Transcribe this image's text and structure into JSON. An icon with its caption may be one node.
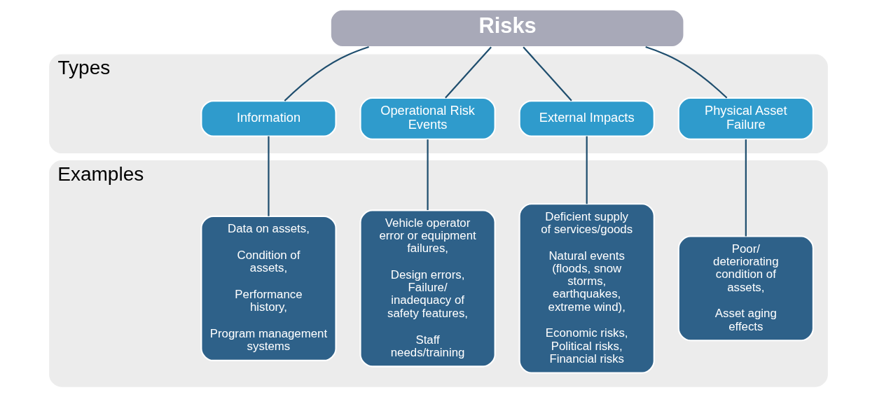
{
  "diagram": {
    "nodes": [
      {
        "text": [
          "Risks"
        ]
      },
      {
        "text": [
          "Types"
        ]
      },
      {
        "text": [
          "Information"
        ],
        "in": 1
      },
      {
        "text": [
          "Operational Risk Events"
        ],
        "in": 1
      },
      {
        "text": [
          "External Impacts"
        ],
        "in": 1
      },
      {
        "text": [
          "Physical Asset Failure"
        ],
        "in": 1
      },
      {
        "text": [
          "Examples"
        ]
      },
      {
        "text": [
          "Data on assets,",
          "Condition of assets,",
          "Performance history,",
          "Program management systems"
        ],
        "in": 6
      },
      {
        "text": [
          "Vehicle operator error or equipment failures,",
          "Design errors, Failure/ inadequacy of safety features,",
          "Staff needs/training"
        ],
        "in": 6
      },
      {
        "text": [
          "Deficient supply of services/goods",
          "Natural events (floods, snow storms, earthquakes, extreme wind),",
          "Economic risks, Political risks, Financial risks"
        ],
        "in": 6
      },
      {
        "text": [
          "Poor/ deteriorating condition of assets,",
          "Asset aging effects"
        ],
        "in": 6
      }
    ],
    "edges": [
      {
        "from": 0,
        "to": 2,
        "arrow": "none"
      },
      {
        "from": 0,
        "to": 3,
        "arrow": "none"
      },
      {
        "from": 0,
        "to": 4,
        "arrow": "none"
      },
      {
        "from": 0,
        "to": 5,
        "arrow": "none"
      },
      {
        "from": 2,
        "to": 7,
        "arrow": "none"
      },
      {
        "from": 3,
        "to": 8,
        "arrow": "none"
      },
      {
        "from": 4,
        "to": 9,
        "arrow": "none"
      },
      {
        "from": 5,
        "to": 10,
        "arrow": "none"
      }
    ]
  }
}
